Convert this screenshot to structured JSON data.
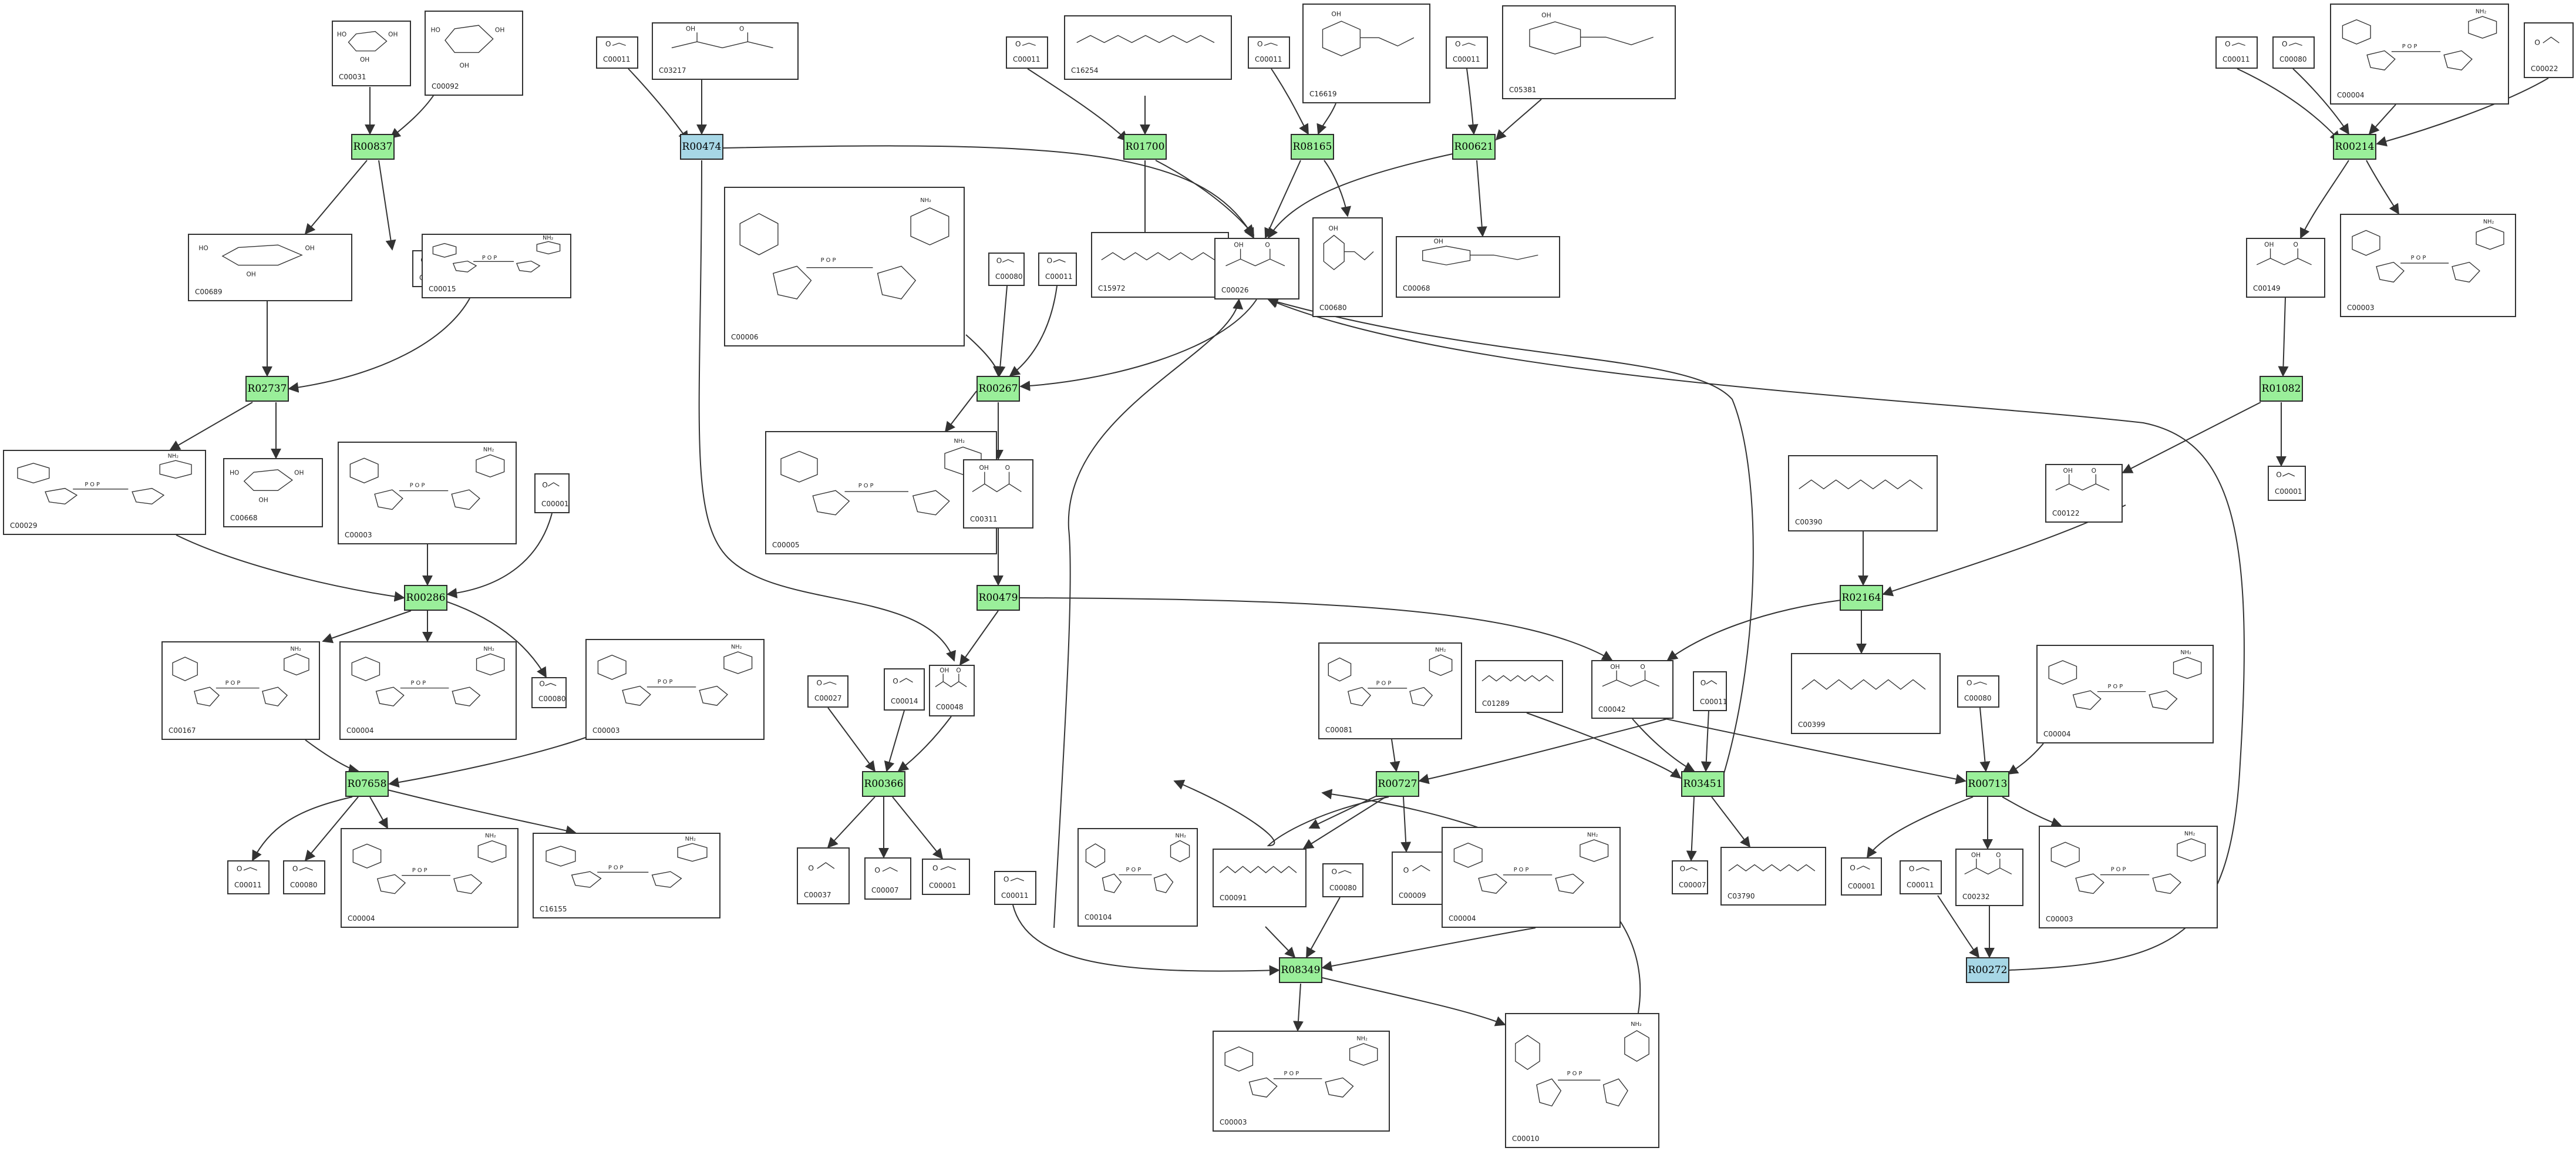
{
  "colors": {
    "reaction_fill": "#9aef9a",
    "reaction_fill_alt": "#a7d7e6",
    "edge": "#333333",
    "box_border": "#333333"
  },
  "reactions": [
    {
      "id": "R00837",
      "style": "green"
    },
    {
      "id": "R00474",
      "style": "blue"
    },
    {
      "id": "R01700",
      "style": "green"
    },
    {
      "id": "R08165",
      "style": "green"
    },
    {
      "id": "R00621",
      "style": "green"
    },
    {
      "id": "R00214",
      "style": "green"
    },
    {
      "id": "R02737",
      "style": "green"
    },
    {
      "id": "R00267",
      "style": "green"
    },
    {
      "id": "R01082",
      "style": "green"
    },
    {
      "id": "R00286",
      "style": "green"
    },
    {
      "id": "R00479",
      "style": "green"
    },
    {
      "id": "R02164",
      "style": "green"
    },
    {
      "id": "R07658",
      "style": "green"
    },
    {
      "id": "R00366",
      "style": "green"
    },
    {
      "id": "R00727",
      "style": "green"
    },
    {
      "id": "R03451",
      "style": "green"
    },
    {
      "id": "R00713",
      "style": "green"
    },
    {
      "id": "R08349",
      "style": "green"
    },
    {
      "id": "R00272",
      "style": "blue"
    }
  ],
  "compounds": [
    {
      "id": "C00031",
      "kind": "sugar"
    },
    {
      "id": "C00092",
      "kind": "sugar-p"
    },
    {
      "id": "C00011",
      "kind": "small"
    },
    {
      "id": "C03217",
      "kind": "acid"
    },
    {
      "id": "C00011",
      "kind": "small"
    },
    {
      "id": "C16254",
      "kind": "chain"
    },
    {
      "id": "C00011",
      "kind": "small"
    },
    {
      "id": "C16619",
      "kind": "ring"
    },
    {
      "id": "C00011",
      "kind": "small"
    },
    {
      "id": "C05381",
      "kind": "ring"
    },
    {
      "id": "C00011",
      "kind": "small"
    },
    {
      "id": "C00080",
      "kind": "small"
    },
    {
      "id": "C00004",
      "kind": "nucleotide"
    },
    {
      "id": "C00022",
      "kind": "small"
    },
    {
      "id": "C00689",
      "kind": "sugar"
    },
    {
      "id": "C00001",
      "kind": "small"
    },
    {
      "id": "C00015",
      "kind": "nucleotide"
    },
    {
      "id": "C00006",
      "kind": "nucleotide"
    },
    {
      "id": "C00080",
      "kind": "small"
    },
    {
      "id": "C00011",
      "kind": "small"
    },
    {
      "id": "C15972",
      "kind": "chain"
    },
    {
      "id": "C00026",
      "kind": "acid"
    },
    {
      "id": "C00680",
      "kind": "ring"
    },
    {
      "id": "C00068",
      "kind": "ring"
    },
    {
      "id": "C00149",
      "kind": "acid"
    },
    {
      "id": "C00003",
      "kind": "nucleotide"
    },
    {
      "id": "C00029",
      "kind": "nucleotide"
    },
    {
      "id": "C00668",
      "kind": "sugar"
    },
    {
      "id": "C00003",
      "kind": "nucleotide"
    },
    {
      "id": "C00001",
      "kind": "small"
    },
    {
      "id": "C00005",
      "kind": "nucleotide"
    },
    {
      "id": "C00311",
      "kind": "acid"
    },
    {
      "id": "C00390",
      "kind": "chain"
    },
    {
      "id": "C00122",
      "kind": "acid"
    },
    {
      "id": "C00001",
      "kind": "small"
    },
    {
      "id": "C00167",
      "kind": "nucleotide"
    },
    {
      "id": "C00004",
      "kind": "nucleotide"
    },
    {
      "id": "C00080",
      "kind": "small"
    },
    {
      "id": "C00003",
      "kind": "nucleotide"
    },
    {
      "id": "C00027",
      "kind": "small"
    },
    {
      "id": "C00014",
      "kind": "small"
    },
    {
      "id": "C00048",
      "kind": "acid"
    },
    {
      "id": "C00081",
      "kind": "nucleotide"
    },
    {
      "id": "C01289",
      "kind": "chain"
    },
    {
      "id": "C00042",
      "kind": "acid"
    },
    {
      "id": "C00011",
      "kind": "small"
    },
    {
      "id": "C00399",
      "kind": "chain"
    },
    {
      "id": "C00080",
      "kind": "small"
    },
    {
      "id": "C00004",
      "kind": "nucleotide"
    },
    {
      "id": "C00011",
      "kind": "small"
    },
    {
      "id": "C00080",
      "kind": "small"
    },
    {
      "id": "C00004",
      "kind": "nucleotide"
    },
    {
      "id": "C16155",
      "kind": "nucleotide"
    },
    {
      "id": "C00037",
      "kind": "small"
    },
    {
      "id": "C00007",
      "kind": "small"
    },
    {
      "id": "C00001",
      "kind": "small"
    },
    {
      "id": "C00104",
      "kind": "nucleotide"
    },
    {
      "id": "C00091",
      "kind": "chain"
    },
    {
      "id": "C00080",
      "kind": "small"
    },
    {
      "id": "C00009",
      "kind": "small"
    },
    {
      "id": "C00004",
      "kind": "nucleotide"
    },
    {
      "id": "C00011",
      "kind": "small"
    },
    {
      "id": "C00007",
      "kind": "small"
    },
    {
      "id": "C03790",
      "kind": "chain"
    },
    {
      "id": "C00001",
      "kind": "small"
    },
    {
      "id": "C00011",
      "kind": "small"
    },
    {
      "id": "C00232",
      "kind": "acid"
    },
    {
      "id": "C00003",
      "kind": "nucleotide"
    },
    {
      "id": "C00003",
      "kind": "nucleotide"
    },
    {
      "id": "C00010",
      "kind": "nucleotide"
    }
  ]
}
